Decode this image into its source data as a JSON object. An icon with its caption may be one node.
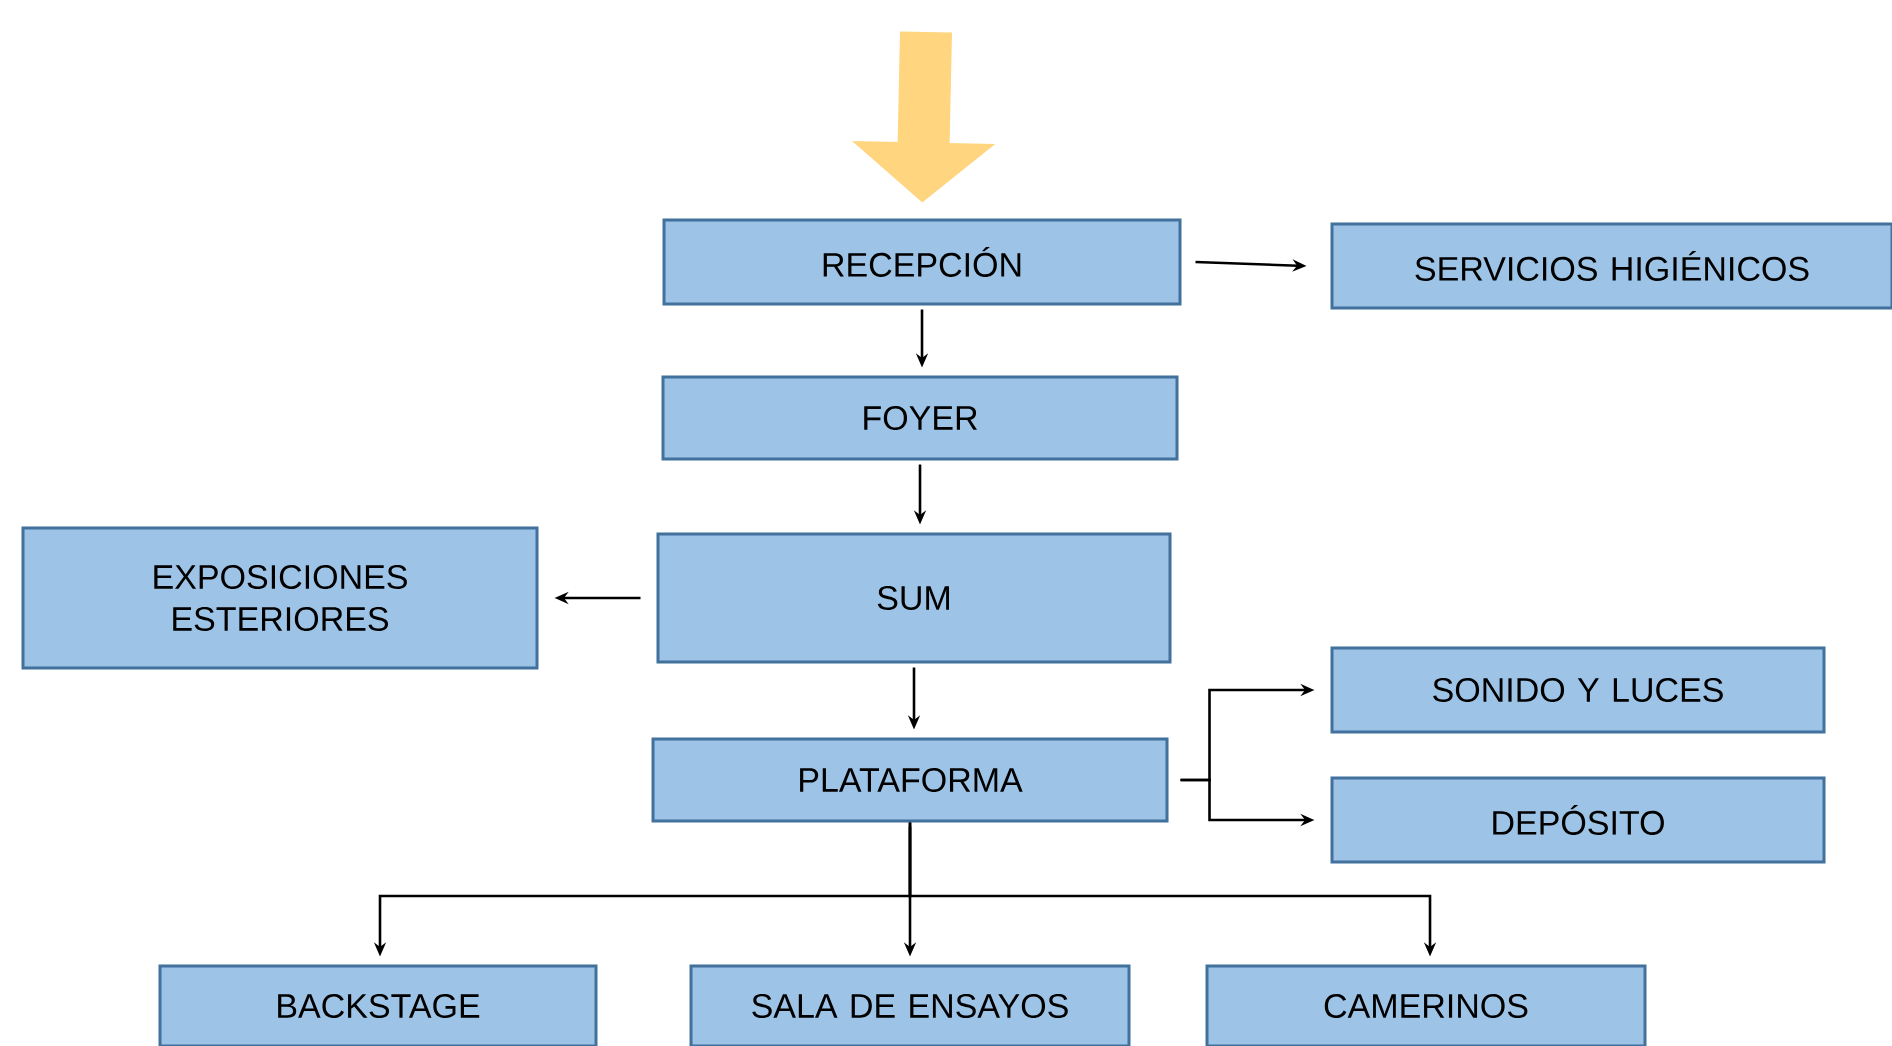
{
  "diagram": {
    "nodes": [
      {
        "text": [
          "RECEPCIÓN"
        ]
      },
      {
        "text": [
          "SERVICIOS HIGIÉNICOS"
        ]
      },
      {
        "text": [
          "FOYER"
        ]
      },
      {
        "text": [
          "EXPOSICIONES ESTERIORES"
        ]
      },
      {
        "text": [
          "SUM"
        ]
      },
      {
        "text": [
          "SONIDO Y LUCES"
        ]
      },
      {
        "text": [
          "PLATAFORMA"
        ]
      },
      {
        "text": [
          "DEPÓSITO"
        ]
      },
      {
        "text": [
          "BACKSTAGE"
        ]
      },
      {
        "text": [
          "SALA DE ENSAYOS"
        ]
      },
      {
        "text": [
          "CAMERINOS"
        ]
      }
    ],
    "edges": [
      {
        "from": null,
        "to": 0,
        "arrow": "to",
        "style": "thick",
        "color": "#ffd57f"
      },
      {
        "from": 0,
        "to": 1,
        "arrow": "to"
      },
      {
        "from": 0,
        "to": 2,
        "arrow": "to"
      },
      {
        "from": 2,
        "to": 4,
        "arrow": "to"
      },
      {
        "from": 4,
        "to": 3,
        "arrow": "to"
      },
      {
        "from": 4,
        "to": 6,
        "arrow": "to"
      },
      {
        "from": 6,
        "to": 5,
        "arrow": "to"
      },
      {
        "from": 6,
        "to": 7,
        "arrow": "to"
      },
      {
        "from": 6,
        "to": 8,
        "arrow": "to"
      },
      {
        "from": 6,
        "to": 9,
        "arrow": "to"
      },
      {
        "from": 6,
        "to": 10,
        "arrow": "to"
      }
    ]
  }
}
